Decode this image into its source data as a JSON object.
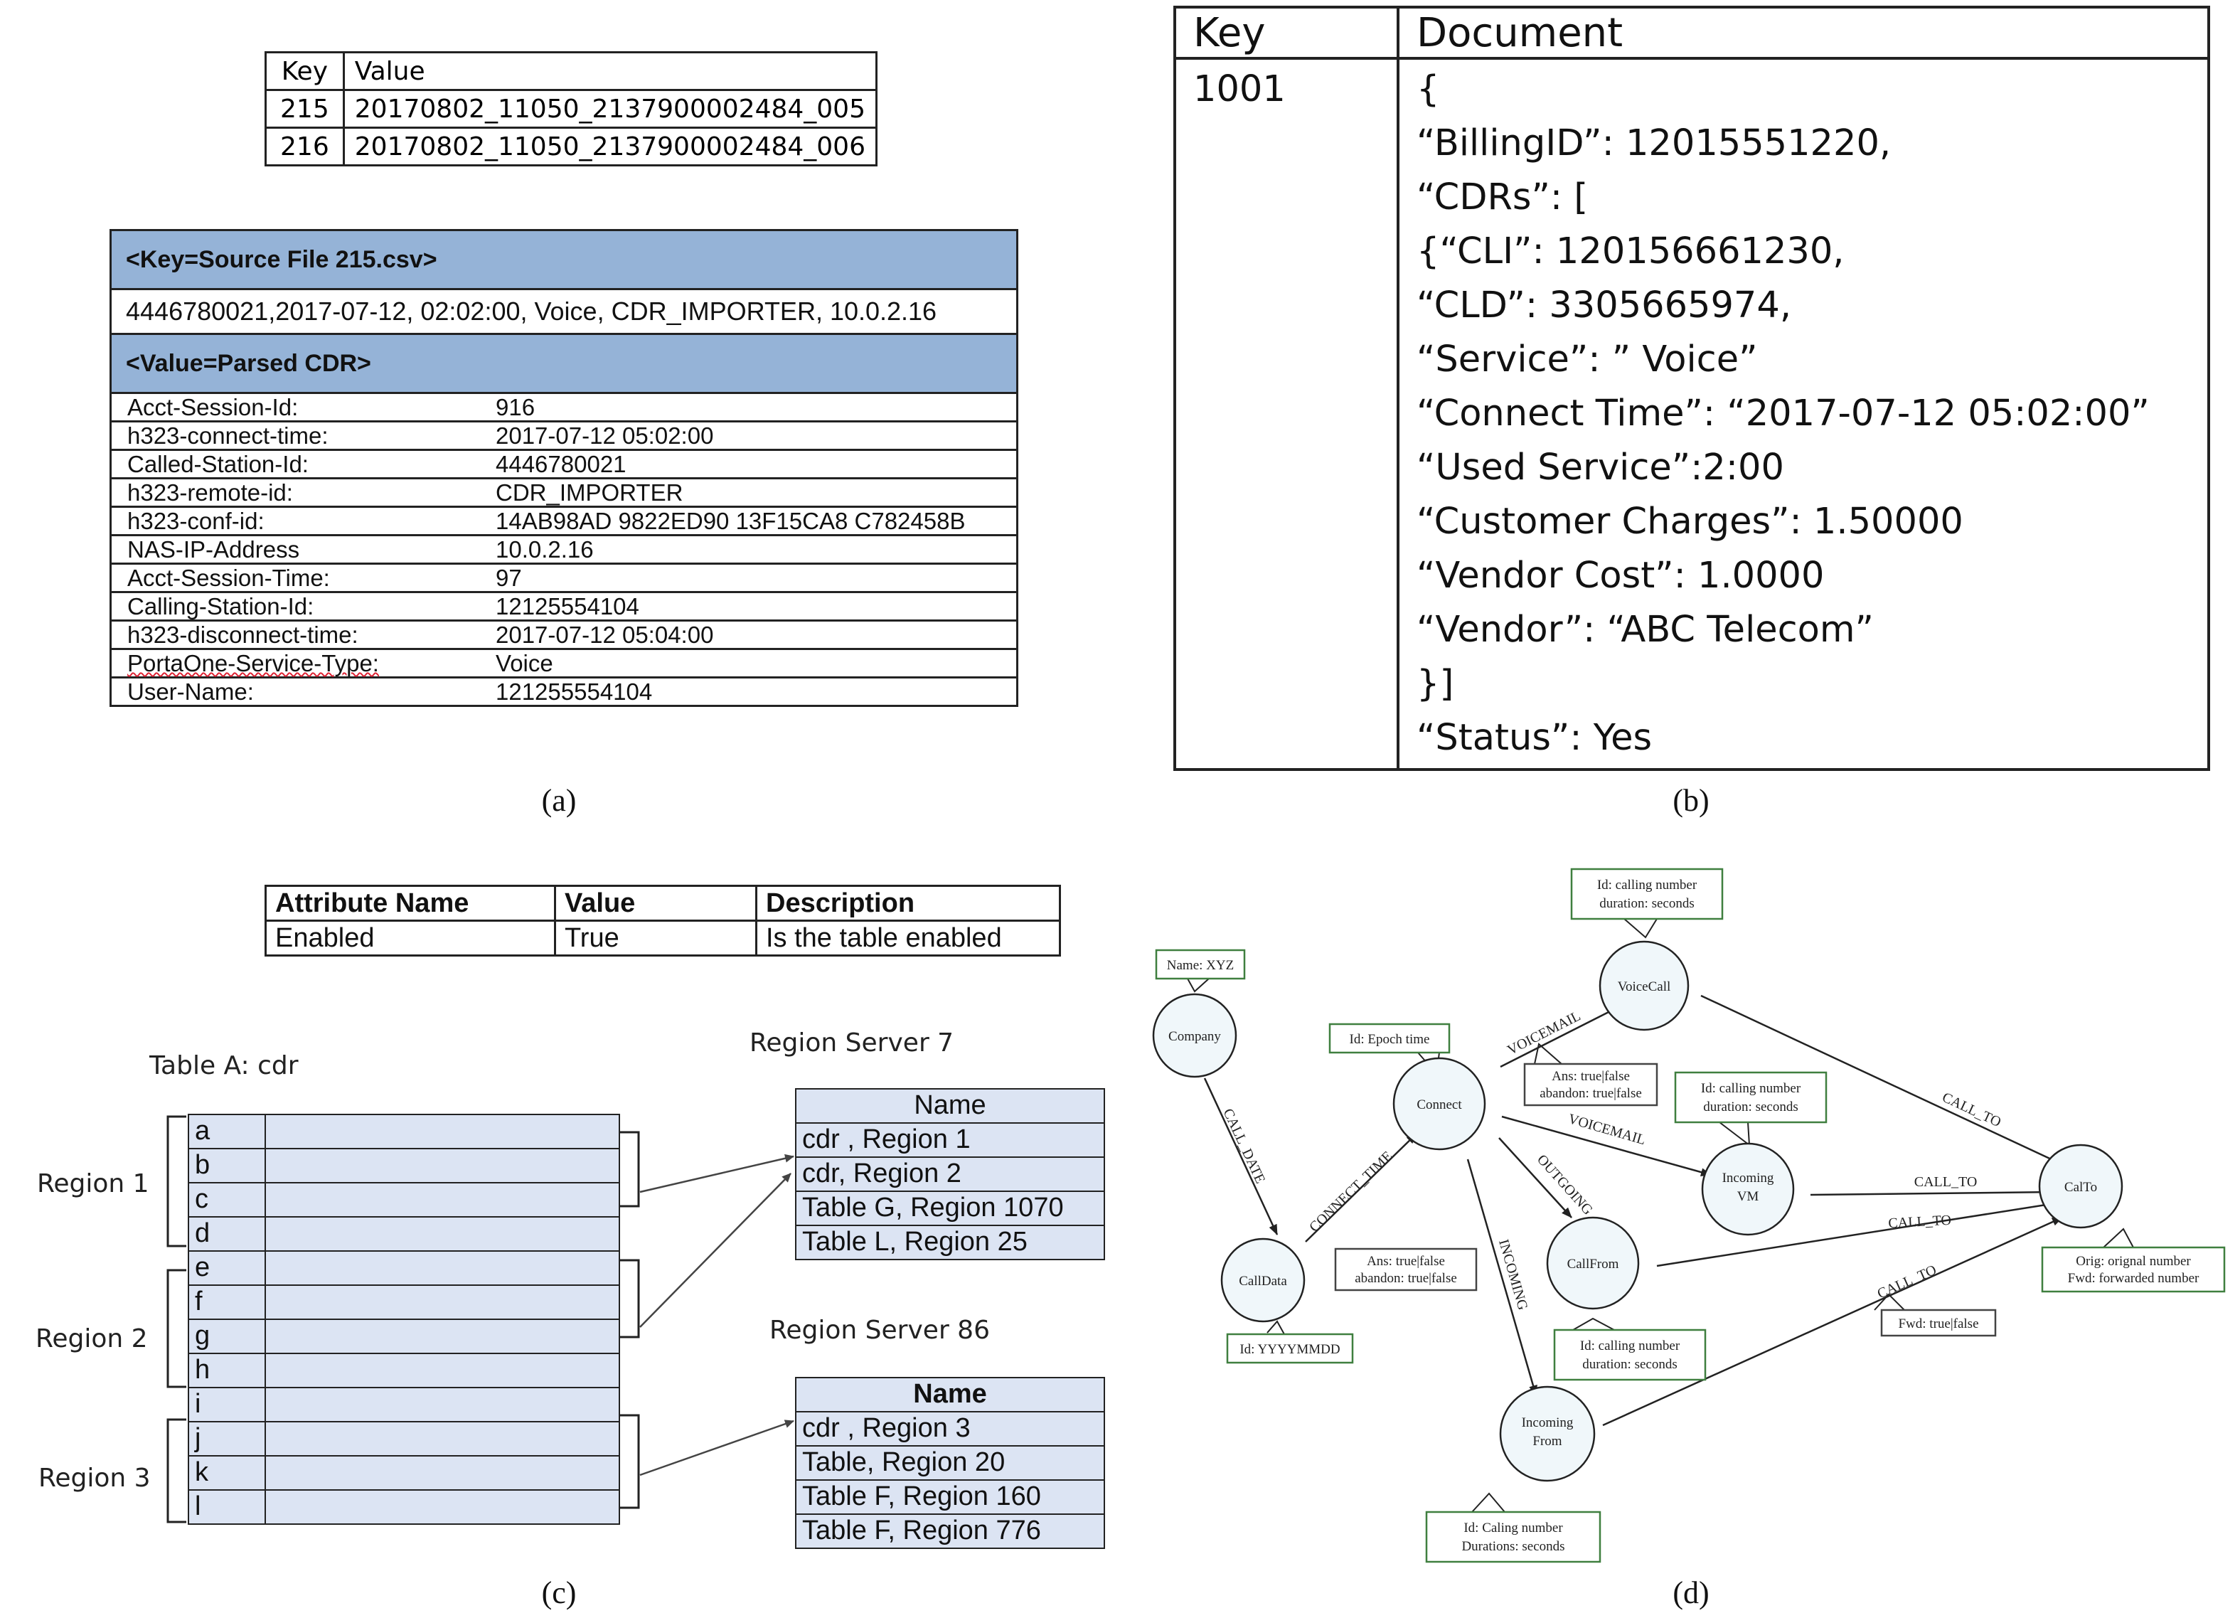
{
  "captions": {
    "a": "(a)",
    "b": "(b)",
    "c": "(c)",
    "d": "(d)"
  },
  "panel_a": {
    "kv_header": {
      "key": "Key",
      "value": "Value"
    },
    "kv_rows": [
      {
        "key": "215",
        "value": "20170802_11050_2137900002484_005"
      },
      {
        "key": "216",
        "value": "20170802_11050_2137900002484_006"
      }
    ],
    "key_header": "<Key=Source File 215.csv>",
    "raw_record": "4446780021,2017-07-12, 02:02:00, Voice, CDR_IMPORTER, 10.0.2.16",
    "value_header": "<Value=Parsed CDR>",
    "fields": [
      {
        "name": "Acct-Session-Id:",
        "value": "916"
      },
      {
        "name": "h323-connect-time:",
        "value": "2017-07-12 05:02:00"
      },
      {
        "name": "Called-Station-Id:",
        "value": "4446780021"
      },
      {
        "name": "h323-remote-id:",
        "value": "CDR_IMPORTER"
      },
      {
        "name": "h323-conf-id:",
        "value": "14AB98AD 9822ED90 13F15CA8  C782458B"
      },
      {
        "name": "NAS-IP-Address",
        "value": "10.0.2.16"
      },
      {
        "name": "Acct-Session-Time:",
        "value": "97"
      },
      {
        "name": "Calling-Station-Id:",
        "value": "12125554104"
      },
      {
        "name": "h323-disconnect-time:",
        "value": "2017-07-12 05:04:00"
      },
      {
        "name": "PortaOne-Service-Type:",
        "value": "Voice"
      },
      {
        "name": "User-Name:",
        "value": "121255554104"
      }
    ]
  },
  "panel_b": {
    "header_key": "Key",
    "header_doc": "Document",
    "key": "1001",
    "lines": [
      "{",
      "“BillingID”: 12015551220,",
      "“CDRs”: [",
      "{“CLI”: 120156661230,",
      "“CLD”: 3305665974,",
      "“Service”: ” Voice”",
      "“Connect Time”: “2017-07-12 05:02:00”",
      "“Used Service”:2:00",
      "“Customer Charges”: 1.50000",
      "“Vendor Cost”: 1.0000",
      "“Vendor”: “ABC Telecom”",
      "}]",
      "“Status”:  Yes"
    ]
  },
  "panel_c": {
    "attr_headers": [
      "Attribute Name",
      "Value",
      "Description"
    ],
    "attr_row": [
      "Enabled",
      "True",
      "Is the table enabled"
    ],
    "table_title": "Table A: cdr",
    "rows": [
      "a",
      "b",
      "c",
      "d",
      "e",
      "f",
      "g",
      "h",
      "i",
      "j",
      "k",
      "l"
    ],
    "regions": [
      "Region 1",
      "Region 2",
      "Region 3"
    ],
    "server1": {
      "title": "Region Server 7",
      "header": "Name",
      "items": [
        "cdr , Region 1",
        "cdr, Region 2",
        "Table G, Region 1070",
        "Table L, Region 25"
      ]
    },
    "server2": {
      "title": "Region Server 86",
      "header": "Name",
      "items": [
        "cdr  , Region 3",
        "Table, Region 20",
        "Table F, Region 160",
        "Table F, Region 776"
      ]
    }
  },
  "panel_d": {
    "nodes": {
      "company": "Company",
      "calldata": "CallData",
      "connect": "Connect",
      "voicecall": "VoiceCall",
      "incomingvm": [
        "Incoming",
        "VM"
      ],
      "callfrom": "CallFrom",
      "incomingfrom": [
        "Incoming",
        "From"
      ],
      "callto": "CalTo"
    },
    "edges": {
      "call_date": "CALL_DATE",
      "connect_time": "CONNECT_TIME",
      "voicemail_1": "VOICEMAIL",
      "voicemail_2": "VOICEMAIL",
      "outgoing": "OUTGOING",
      "incoming": "INCOMING",
      "call_to_1": "CALL_TO",
      "call_to_2": "CALL_TO",
      "call_to_3": "CALL_TO",
      "call_to_4": "CALL_TO"
    },
    "notes": {
      "company": [
        "Name: XYZ"
      ],
      "calldata": [
        "Id: YYYYMMDD"
      ],
      "connect": [
        "Id: Epoch time"
      ],
      "voicecall": [
        "Id: calling number",
        "duration: seconds"
      ],
      "voicemail": [
        "Ans: true|false",
        "abandon: true|false"
      ],
      "incomingvm": [
        "Id: calling number",
        "duration: seconds"
      ],
      "connect_time": [
        "Ans: true|false",
        "abandon: true|false"
      ],
      "callfrom": [
        "Id: calling number",
        "duration: seconds"
      ],
      "incomingfrom": [
        "Id: Caling number",
        "Durations: seconds"
      ],
      "fwd": [
        "Fwd: true|false"
      ],
      "callto": [
        "Orig: orignal number",
        "Fwd: forwarded number"
      ]
    }
  }
}
